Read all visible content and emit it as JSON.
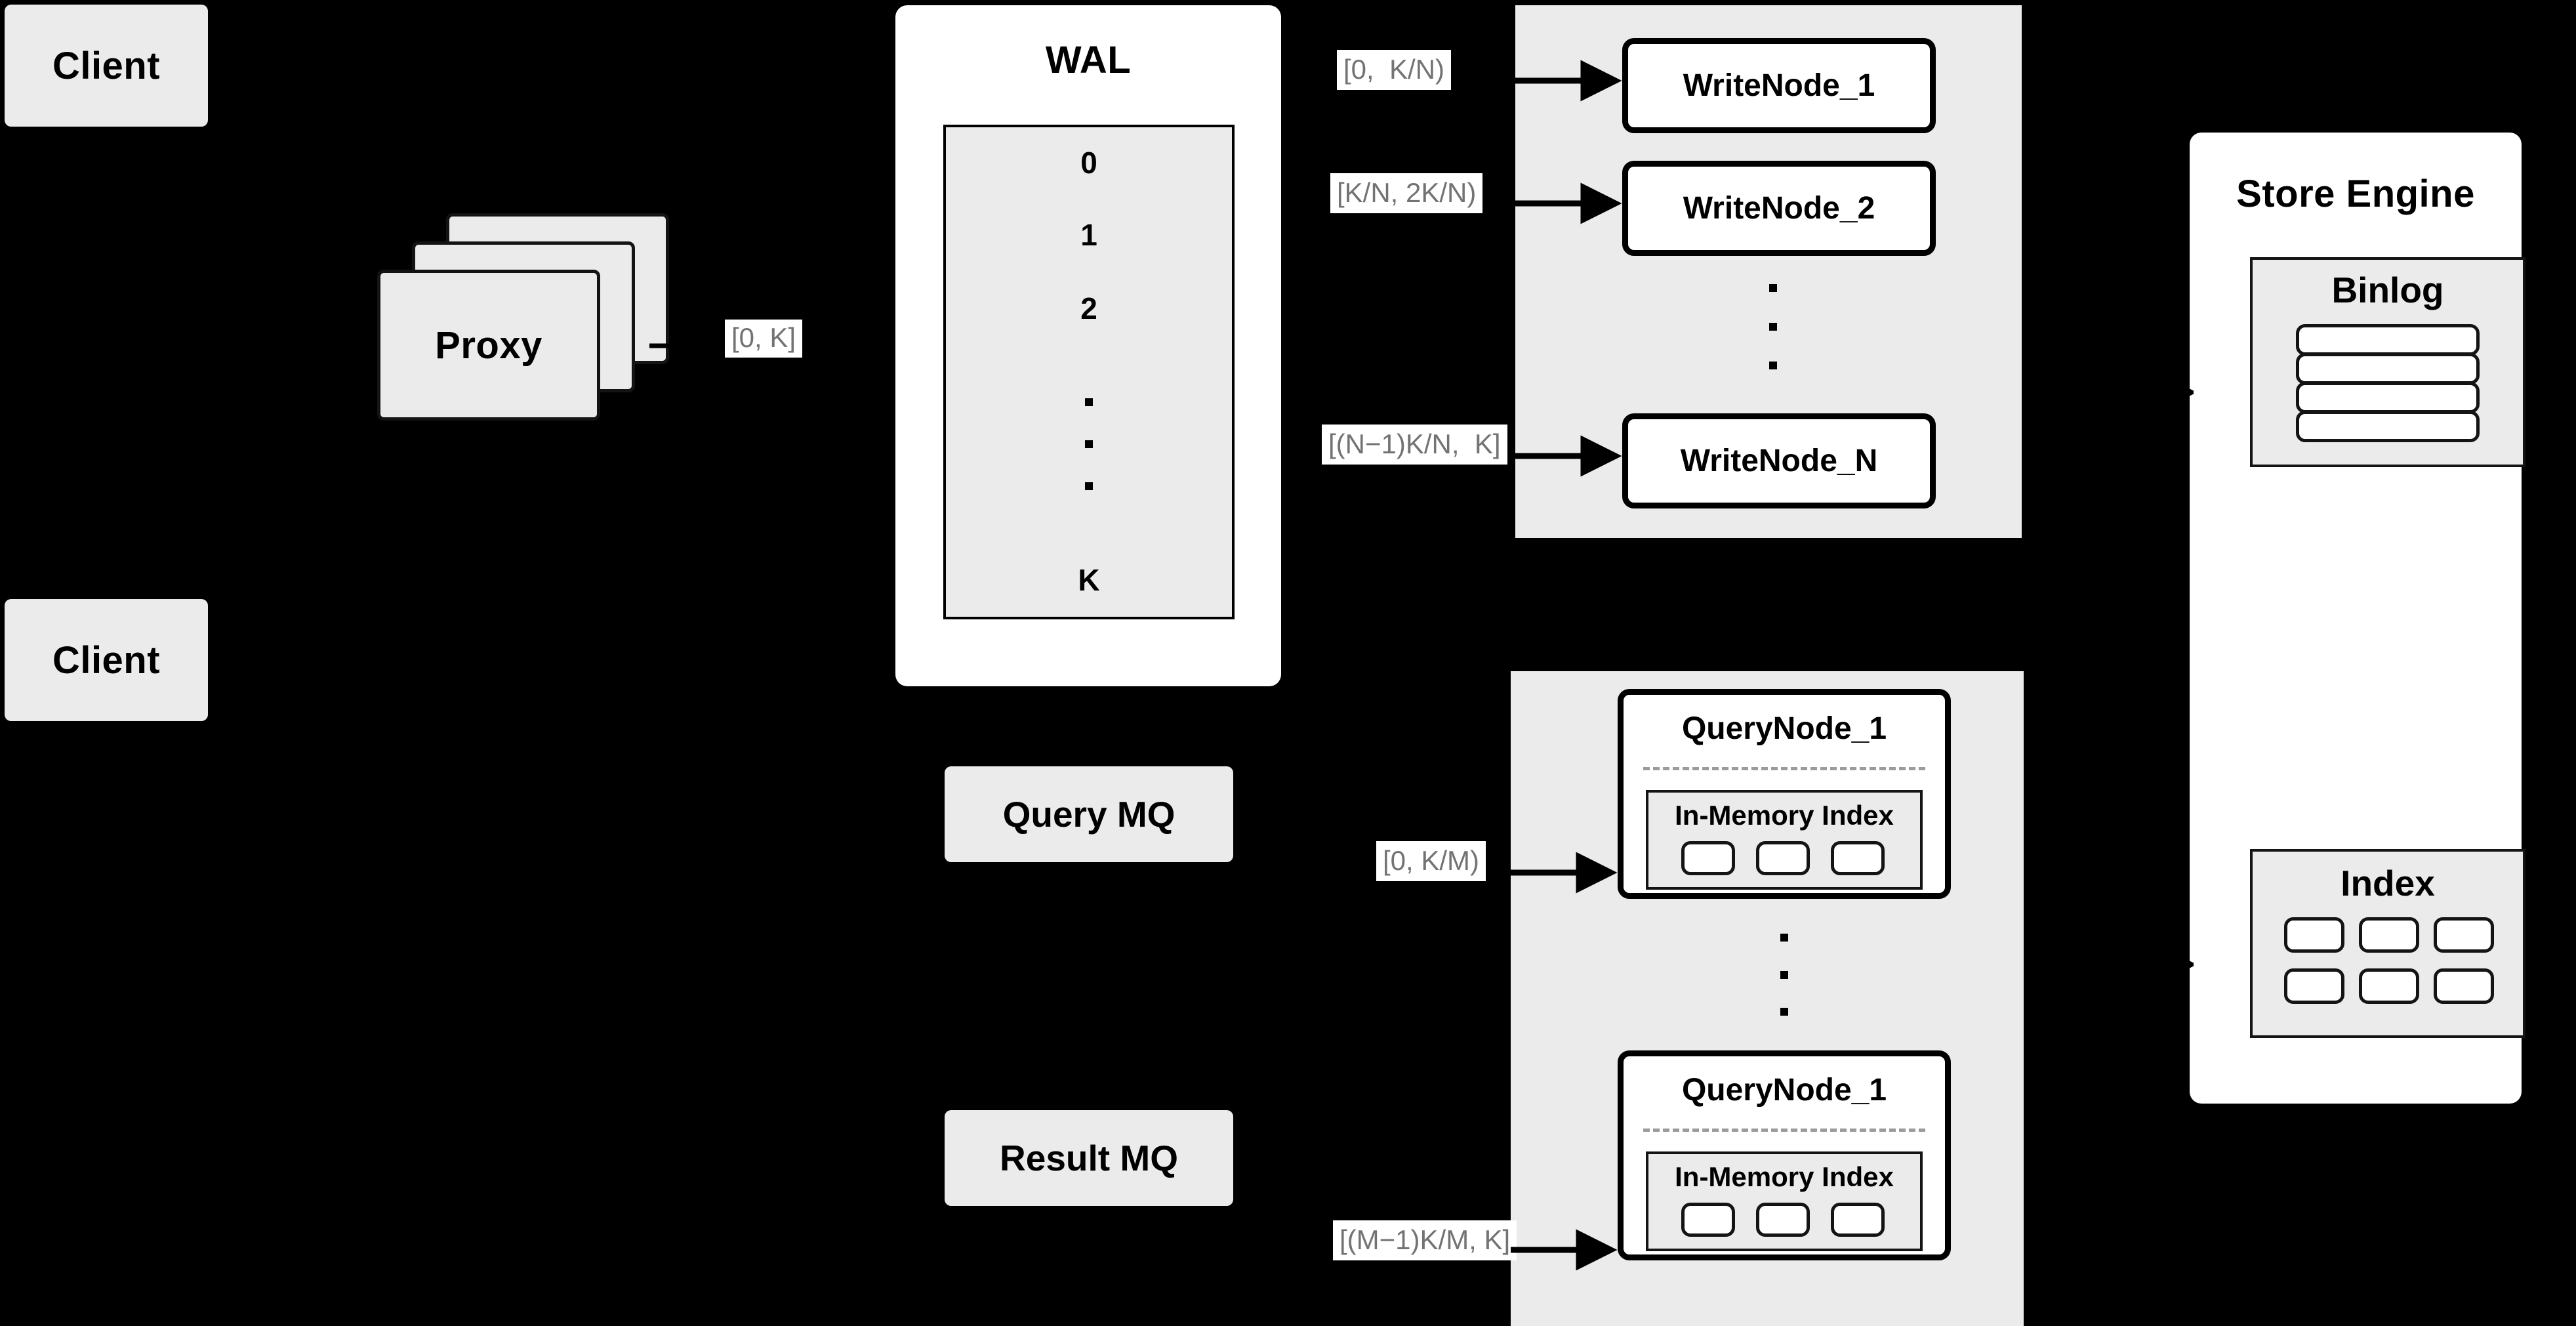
{
  "diagram": {
    "title": "Distributed Vector Database Write / Query Path",
    "background_color": "#000000",
    "box_fill": "#ebebeb",
    "card_fill": "#ffffff",
    "label_text_color": "#737373",
    "stroke_color": "#000000",
    "dashed_color": "#9b9b9b"
  },
  "clients": [
    {
      "label": "Client"
    },
    {
      "label": "Client"
    }
  ],
  "proxy": {
    "label": "Proxy",
    "stack_count": 3
  },
  "proxy_range_label": "[0, K]",
  "wal": {
    "title": "WAL",
    "rows": [
      "0",
      "1",
      "2",
      "···",
      "K"
    ],
    "ellipsis_row_index": 3,
    "ellipsis_dots": 3
  },
  "queues": [
    {
      "label": "Query MQ"
    },
    {
      "label": "Result MQ"
    }
  ],
  "write_cluster": {
    "nodes": [
      {
        "label": "WriteNode_1",
        "range_label": "[0,  K/N)"
      },
      {
        "label": "WriteNode_2",
        "range_label": "[K/N, 2K/N)"
      },
      {
        "label": "WriteNode_N",
        "range_label": "[(N−1)K/N,  K]"
      }
    ],
    "ellipsis_dots": 3
  },
  "query_cluster": {
    "nodes": [
      {
        "label": "QueryNode_1",
        "range_label": "[0, K/M)",
        "index_panel": {
          "title": "In-Memory Index",
          "slot_count": 3
        }
      },
      {
        "label": "QueryNode_1",
        "range_label": "[(M−1)K/M, K]",
        "index_panel": {
          "title": "In-Memory Index",
          "slot_count": 3
        }
      }
    ],
    "ellipsis_dots": 3
  },
  "store_engine": {
    "title": "Store Engine",
    "binlog": {
      "title": "Binlog",
      "segment_count": 4
    },
    "index": {
      "title": "Index",
      "slot_count": 6,
      "columns": 3
    }
  }
}
